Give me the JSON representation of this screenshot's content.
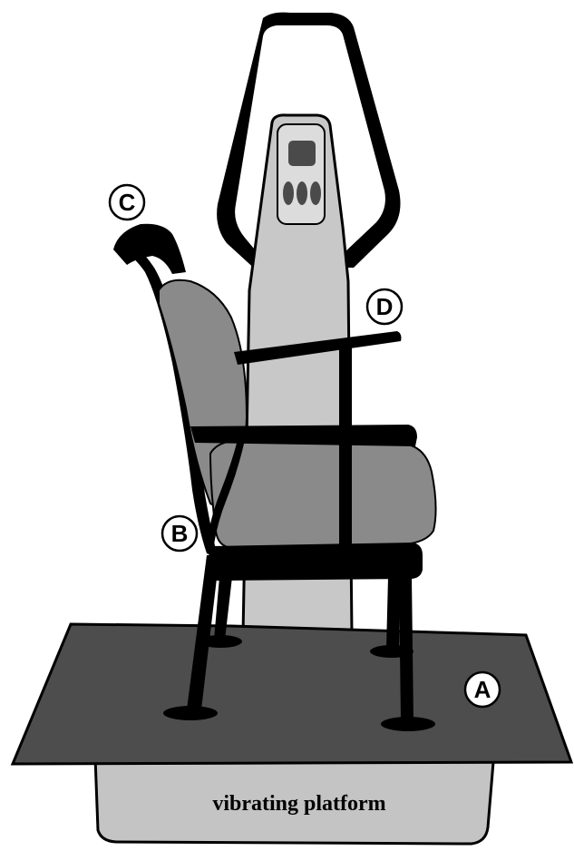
{
  "diagram": {
    "caption": "vibrating platform",
    "labels": {
      "a": "A",
      "b": "B",
      "c": "C",
      "d": "D"
    }
  },
  "colors": {
    "outline": "#000000",
    "platform_top": "#4d4d4d",
    "platform_base": "#c4c4c4",
    "column": "#c8c8c8",
    "control_panel": "#dcdcdc",
    "cushion": "#8a8a8a",
    "label_fill": "#ffffff"
  },
  "icons": [
    "vibration-machine-column-icon",
    "chair-icon",
    "control-panel-icon"
  ]
}
